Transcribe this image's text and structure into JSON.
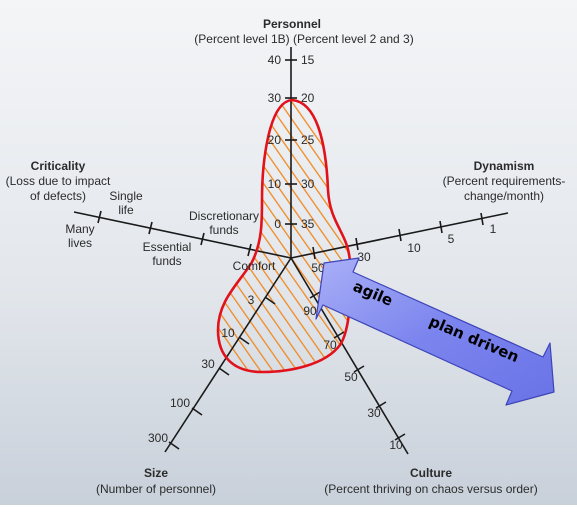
{
  "colors": {
    "background_top": "#f2f4f6",
    "background_bottom": "#c9d1da",
    "axis": "#1a1a1a",
    "hatch": "#f08a1f",
    "region_outline": "#e1121b",
    "arrow_fill": "#7d86ee",
    "arrow_stroke": "#3c44b8"
  },
  "axes": {
    "personnel": {
      "title": "Personnel",
      "subtitle": "(Percent level 1B)  (Percent level 2 and 3)",
      "ticks_left": [
        "40",
        "30",
        "20",
        "10",
        "0"
      ],
      "ticks_right": [
        "15",
        "20",
        "25",
        "30",
        "35"
      ]
    },
    "dynamism": {
      "title": "Dynamism",
      "subtitle_line1": "(Percent requirements-",
      "subtitle_line2": "change/month)",
      "ticks": [
        "50",
        "30",
        "10",
        "5",
        "1"
      ]
    },
    "criticality": {
      "title": "Criticality",
      "subtitle_line1": "(Loss due to impact",
      "subtitle_line2": "of defects)",
      "ticks": {
        "many_lives_1": "Many",
        "many_lives_2": "lives",
        "single_life_1": "Single",
        "single_life_2": "life",
        "essential_funds_1": "Essential",
        "essential_funds_2": "funds",
        "discretionary_funds_1": "Discretionary",
        "discretionary_funds_2": "funds",
        "comfort": "Comfort"
      }
    },
    "size": {
      "title": "Size",
      "subtitle": "(Number of personnel)",
      "ticks": [
        "3",
        "10",
        "30",
        "100",
        "300"
      ]
    },
    "culture": {
      "title": "Culture",
      "subtitle": "(Percent thriving on chaos versus order)",
      "ticks": [
        "90",
        "70",
        "50",
        "30",
        "10"
      ]
    }
  },
  "arrow": {
    "left_label": "agile",
    "right_label": "plan driven"
  }
}
